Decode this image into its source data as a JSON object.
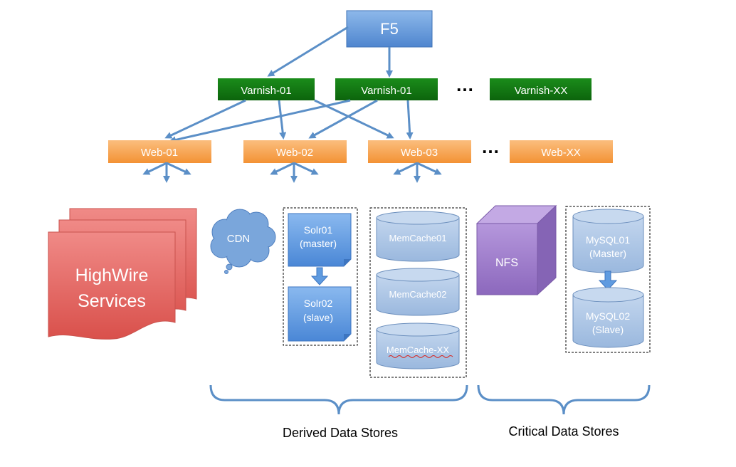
{
  "load_balancer": {
    "label": "F5"
  },
  "varnish": [
    {
      "label": "Varnish-01"
    },
    {
      "label": "Varnish-01"
    },
    {
      "label": "Varnish-XX"
    }
  ],
  "varnish_ellipsis": "…",
  "web": [
    {
      "label": "Web-01"
    },
    {
      "label": "Web-02"
    },
    {
      "label": "Web-03"
    },
    {
      "label": "Web-XX"
    }
  ],
  "web_ellipsis": "…",
  "highwire": {
    "line1": "HighWire",
    "line2": "Services"
  },
  "cdn": {
    "label": "CDN"
  },
  "solr": [
    {
      "line1": "Solr01",
      "line2": "(master)"
    },
    {
      "line1": "Solr02",
      "line2": "(slave)"
    }
  ],
  "memcache": [
    {
      "label": "MemCache01"
    },
    {
      "label": "MemCache02"
    },
    {
      "label": "MemCache-XX"
    }
  ],
  "nfs": {
    "label": "NFS"
  },
  "mysql": [
    {
      "line1": "MySQL01",
      "line2": "(Master)"
    },
    {
      "line1": "MySQL02",
      "line2": "(Slave)"
    }
  ],
  "groups": {
    "derived": "Derived Data Stores",
    "critical": "Critical Data Stores"
  },
  "colors": {
    "f5_fill": "#6d9fd9",
    "varnish_fill": "#127a12",
    "web_fill": "#f7a24c",
    "highwire_fill": "#e0625e",
    "cdn_fill": "#7aa6db",
    "doc_fill": "#5f9be0",
    "memcache_fill": "#aac3e3",
    "nfs_fill": "#9a78c6",
    "mysql_fill": "#aac3e3",
    "arrow": "#5b8fc7"
  }
}
